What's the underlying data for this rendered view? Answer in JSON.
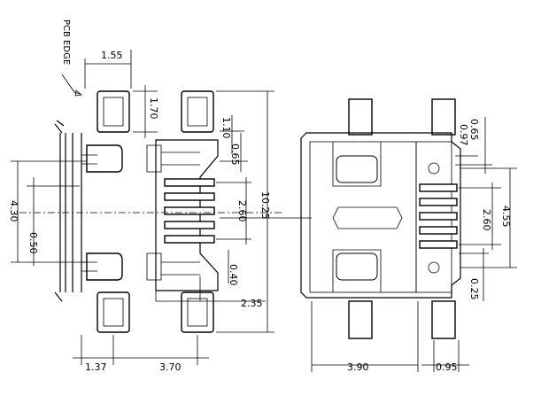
{
  "drawing": {
    "pcb_edge_label": "PCB EDGE",
    "left_view": {
      "dims": {
        "top_width": "1.55",
        "pad_height": "1.70",
        "pin_spacing_top": "1.10",
        "pin_spacing_small": "0.65",
        "pin_span": "2.60",
        "overall_length": "10.25",
        "side_height": "4.30",
        "side_offset": "0.50",
        "lower_offset": "0.40",
        "lower_width": "2.35",
        "bottom_left": "1.37",
        "bottom_right": "3.70"
      }
    },
    "right_view": {
      "dims": {
        "pitch_a": "0.65",
        "pitch_b": "0.97",
        "span": "2.60",
        "height": "4.55",
        "bottom_offset": "0.25",
        "width": "3.90",
        "right_width": "0.95"
      }
    }
  }
}
